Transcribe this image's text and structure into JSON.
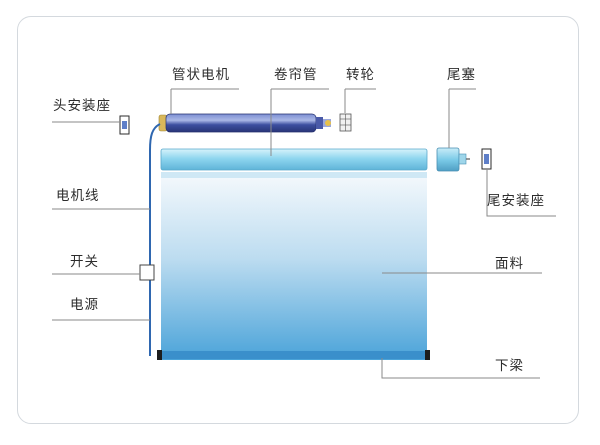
{
  "labels": {
    "tubular_motor": "管状电机",
    "roller_tube": "卷帘管",
    "drive_wheel": "转轮",
    "end_plug": "尾塞",
    "head_bracket": "头安装座",
    "tail_bracket": "尾安装座",
    "motor_cable": "电机线",
    "switch": "开关",
    "power_supply": "电源",
    "fabric": "面料",
    "bottom_rail": "下梁"
  },
  "colors": {
    "motor": "#3d4fa0",
    "tube": "#8fd6ef",
    "fabric_top": "#f3f8fc",
    "fabric_bottom": "#4aa3d9",
    "cable": "#2f67b0",
    "leader_line": "#8a8a8a"
  }
}
